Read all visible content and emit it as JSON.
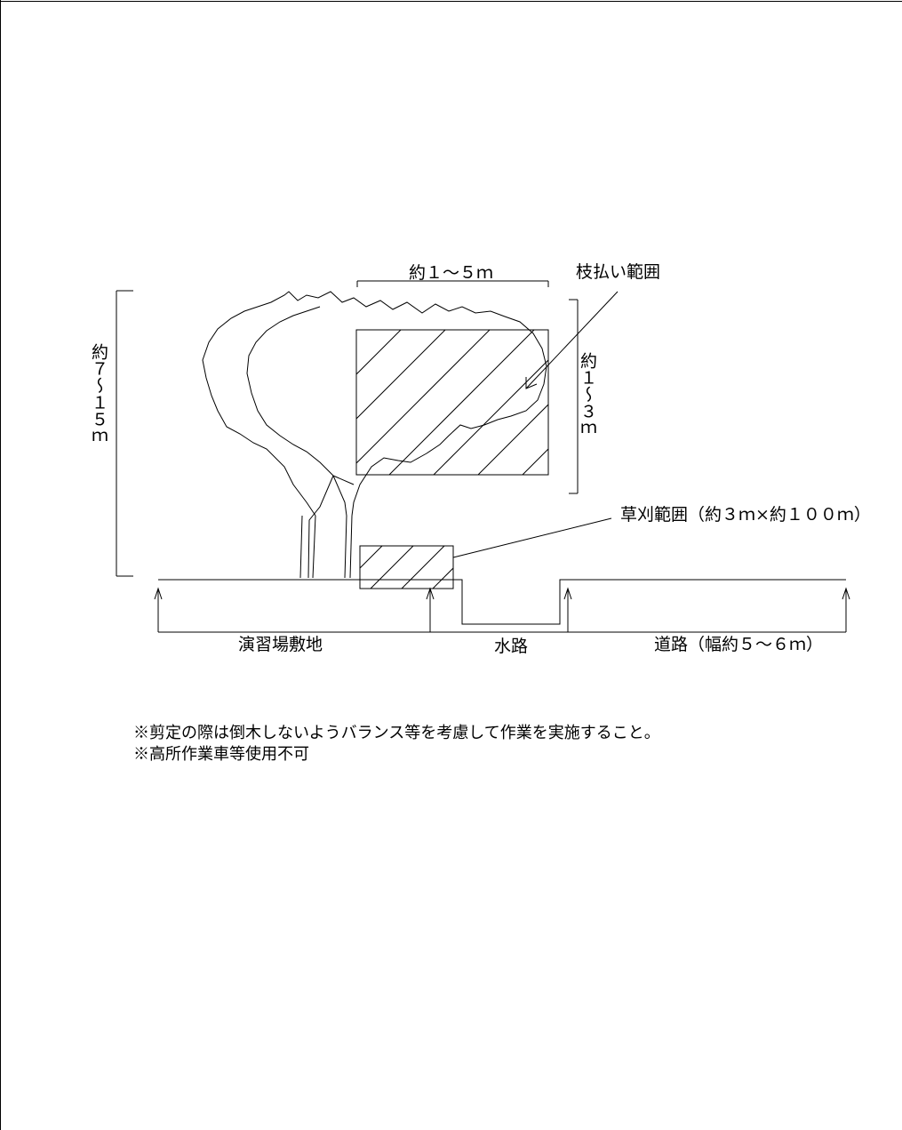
{
  "labels": {
    "width_dimension": "約１～５ｍ",
    "pruning_area": "枝払い範囲",
    "tree_height": "約７～１５ｍ",
    "pruning_height": "約１～３ｍ",
    "mowing_area": "草刈範囲（約３ｍ×約１００ｍ）",
    "training_ground": "演習場敷地",
    "waterway": "水路",
    "road": "道路（幅約５～６ｍ）"
  },
  "notes": [
    "※剪定の際は倒木しないようバランス等を考慮して作業を実施すること。",
    "※高所作業車等使用不可"
  ]
}
